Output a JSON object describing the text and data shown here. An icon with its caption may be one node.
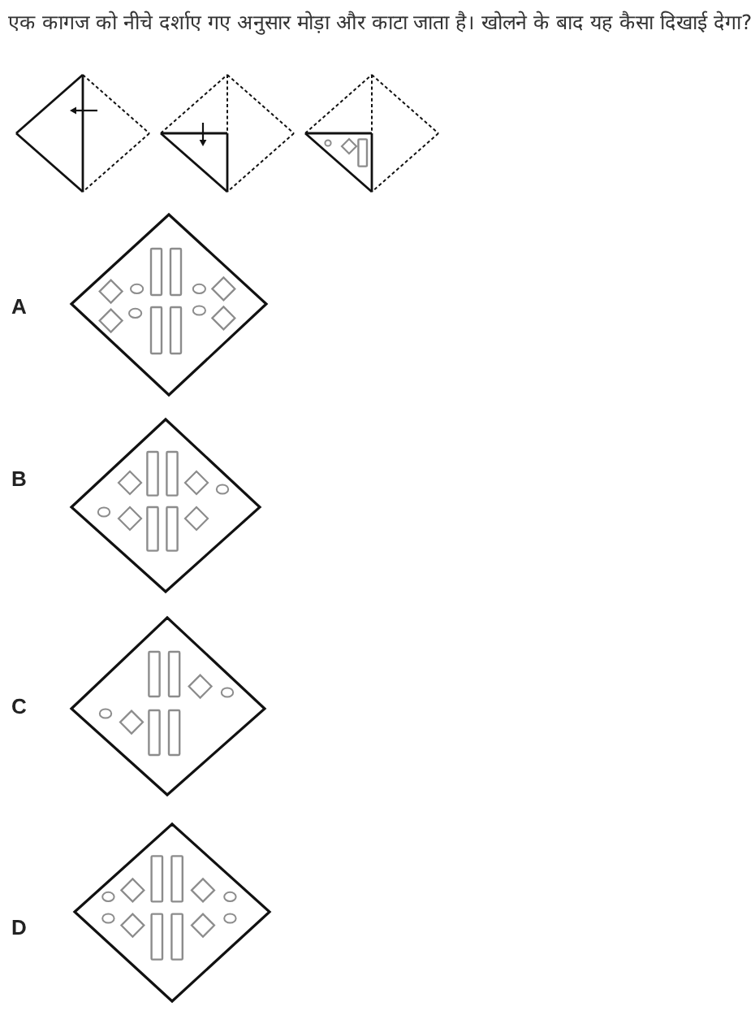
{
  "diagram": {
    "title": "एक कागज को नीचे दर्शाए गए अनुसार मोड़ा और काटा जाता है। खोलने के बाद यह कैसा दिखाई देगा?",
    "labels": [
      "A",
      "B",
      "C",
      "D"
    ]
  }
}
